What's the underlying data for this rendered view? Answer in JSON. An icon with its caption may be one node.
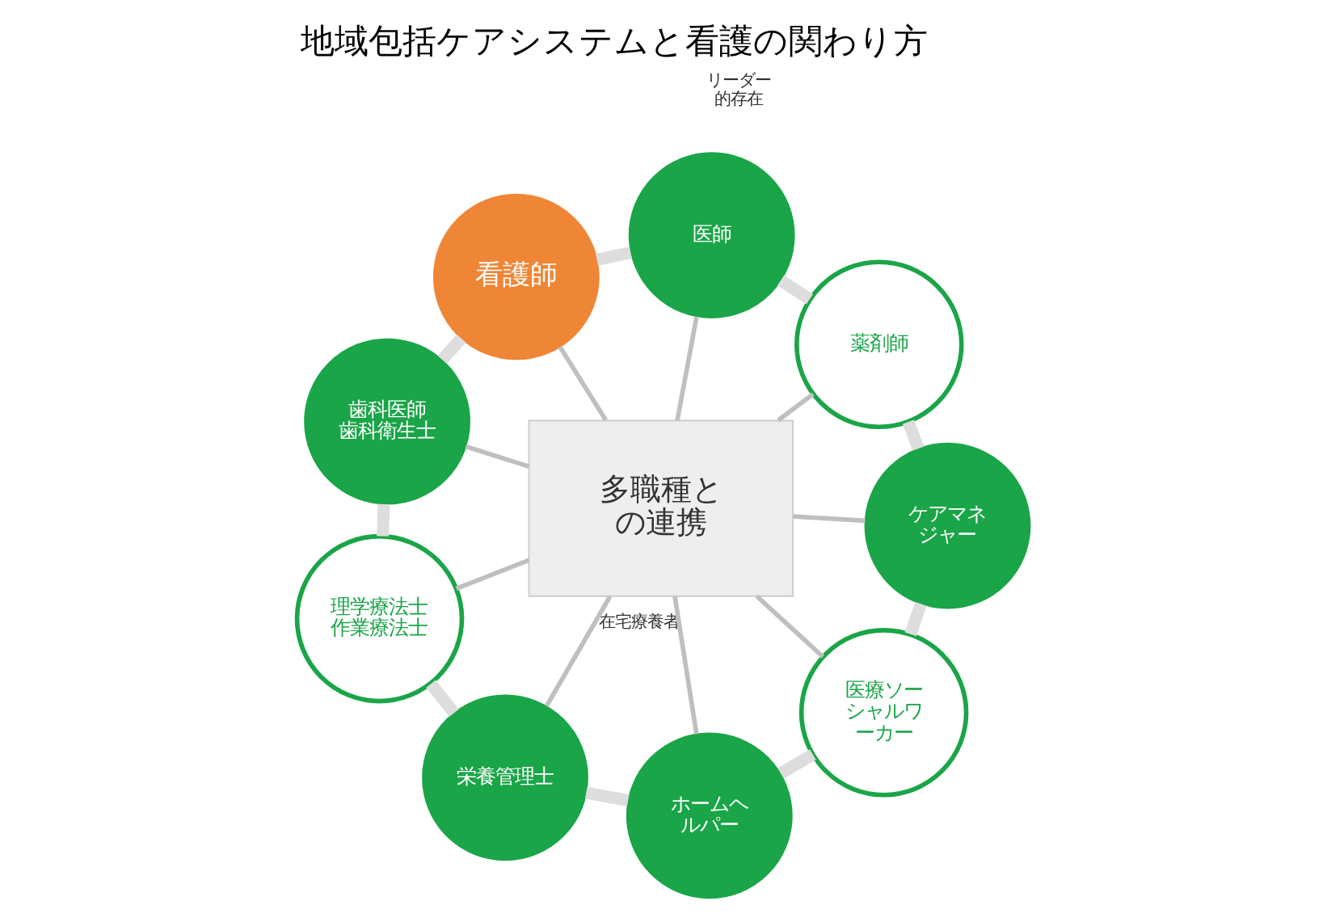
{
  "diagram": {
    "title": "地域包括ケアシステムと看護の関わり方",
    "nodes": [
      {
        "text": [
          "多職種との連携"
        ],
        "beside": [
          "在宅療養者"
        ]
      },
      {
        "text": [
          "薬剤師"
        ]
      },
      {
        "text": [
          "医師"
        ],
        "beside": [
          "リーダー的存在"
        ]
      },
      {
        "text": [
          "ケアマネジャー"
        ]
      },
      {
        "text": [
          "看護師"
        ]
      },
      {
        "text": [
          "医療ソーシャルワーカー"
        ]
      },
      {
        "text": [
          "歯科医師",
          "歯科衛生士"
        ]
      },
      {
        "text": [
          "ホームヘルパー"
        ]
      },
      {
        "text": [
          "理学療法士",
          "作業療法士"
        ]
      },
      {
        "text": [
          "栄養管理士"
        ]
      }
    ],
    "edges": [
      {
        "from": 0,
        "to": 1,
        "arrow": "none"
      },
      {
        "from": 0,
        "to": 3,
        "arrow": "none"
      },
      {
        "from": 0,
        "to": 5,
        "arrow": "none"
      },
      {
        "from": 0,
        "to": 7,
        "arrow": "none"
      },
      {
        "from": 0,
        "to": 9,
        "arrow": "none"
      },
      {
        "from": 0,
        "to": 8,
        "arrow": "none"
      },
      {
        "from": 0,
        "to": 6,
        "arrow": "none"
      },
      {
        "from": 0,
        "to": 4,
        "arrow": "none"
      },
      {
        "from": 0,
        "to": 2,
        "arrow": "none"
      },
      {
        "from": 1,
        "to": 3,
        "arrow": "none",
        "style": "thick",
        "color": "#dddddd"
      },
      {
        "from": 3,
        "to": 5,
        "arrow": "none",
        "style": "thick",
        "color": "#dddddd"
      },
      {
        "from": 5,
        "to": 7,
        "arrow": "none",
        "style": "thick",
        "color": "#dddddd"
      },
      {
        "from": 7,
        "to": 9,
        "arrow": "none",
        "style": "thick",
        "color": "#dddddd"
      },
      {
        "from": 9,
        "to": 8,
        "arrow": "none",
        "style": "thick",
        "color": "#dddddd"
      },
      {
        "from": 8,
        "to": 6,
        "arrow": "none",
        "style": "thick",
        "color": "#dddddd"
      },
      {
        "from": 6,
        "to": 4,
        "arrow": "none",
        "style": "thick",
        "color": "#dddddd"
      },
      {
        "from": 4,
        "to": 2,
        "arrow": "none",
        "style": "thick",
        "color": "#dddddd"
      },
      {
        "from": 2,
        "to": 1,
        "arrow": "none",
        "style": "thick",
        "color": "#dddddd"
      }
    ]
  }
}
